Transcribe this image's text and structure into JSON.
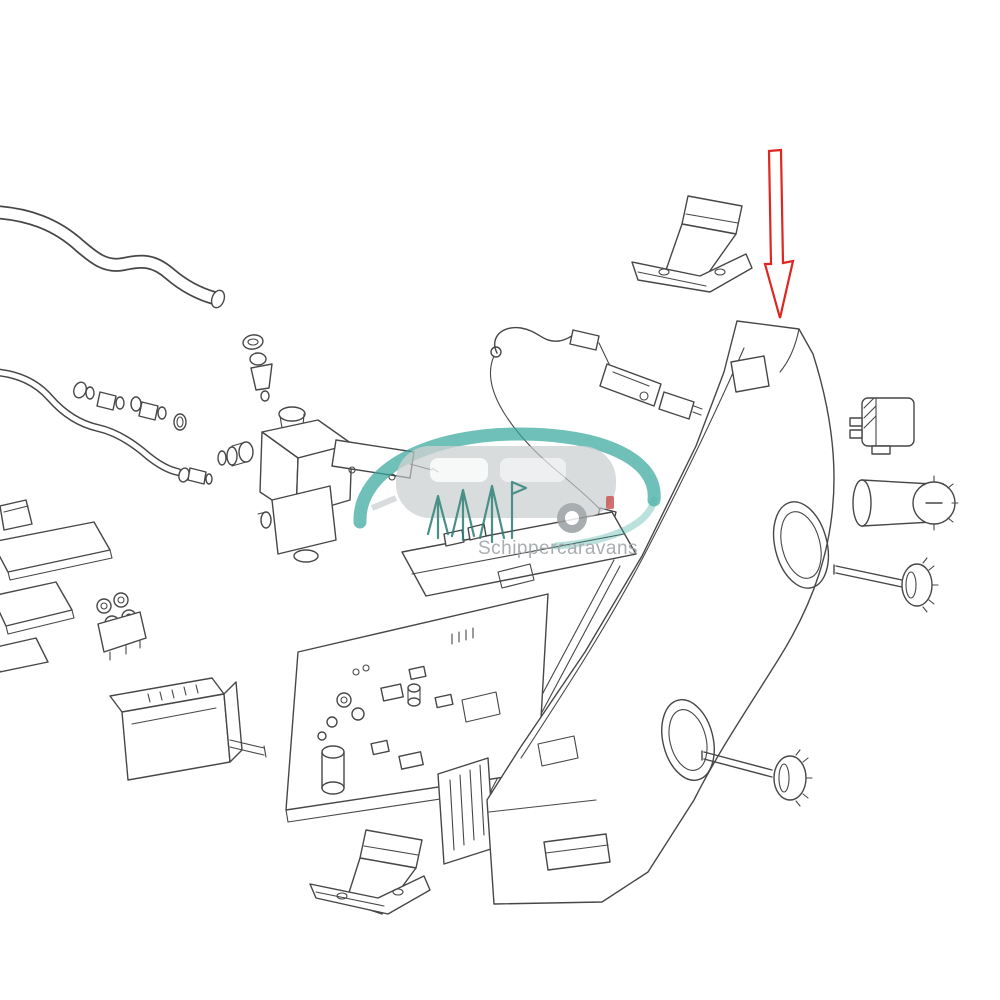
{
  "colors": {
    "background": "#ffffff",
    "line": "#474747",
    "arrow": "#df2620",
    "teal": "#38a89d",
    "tealDark": "#2a7d74",
    "watermarkGray": "#c6cacc",
    "textGray": "#9aa0a4"
  },
  "diagram": {
    "kind": "exploded-parts-drawing",
    "watermark": {
      "text": "Schippercaravans"
    },
    "annotation": {
      "type": "arrow",
      "direction": "down",
      "points_to": "front-casing-top"
    },
    "parts": [
      "heat-duct-pipe",
      "gas-pipe",
      "pipe-fittings",
      "elbow-fitting",
      "gas-valve-assembly",
      "ignition-cable",
      "mounting-bracket-top",
      "front-casing",
      "solenoid-coil",
      "cylinder-sleeve",
      "thumb-screw-upper",
      "thumb-screw-lower",
      "mounting-bracket-bottom",
      "control-board-assembly",
      "side-panels",
      "terminal-block",
      "control-unit"
    ]
  }
}
